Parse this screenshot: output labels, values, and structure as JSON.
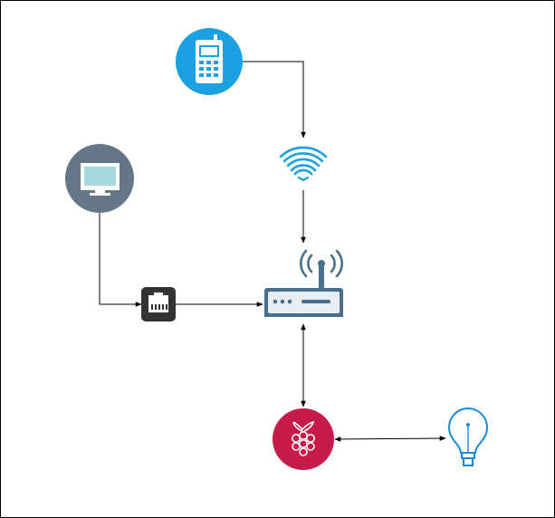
{
  "diagram": {
    "nodes": [
      {
        "id": "phone",
        "icon": "mobile-phone-icon",
        "color": "#1ba1e2"
      },
      {
        "id": "wifi",
        "icon": "wifi-icon",
        "color": "#1ba1e2"
      },
      {
        "id": "monitor",
        "icon": "monitor-icon",
        "color": "#647687"
      },
      {
        "id": "ethernet",
        "icon": "ethernet-port-icon",
        "color": "#333333"
      },
      {
        "id": "router",
        "icon": "router-icon",
        "color": "#4a6f8a"
      },
      {
        "id": "raspberry_pi",
        "icon": "raspberry-pi-icon",
        "color": "#c51a4a"
      },
      {
        "id": "light_bulb",
        "icon": "light-bulb-icon",
        "color": "#1b8ad6"
      }
    ],
    "edges": [
      {
        "from": "phone",
        "to": "wifi",
        "direction": "forward"
      },
      {
        "from": "wifi",
        "to": "router",
        "direction": "forward"
      },
      {
        "from": "monitor",
        "to": "ethernet",
        "direction": "forward"
      },
      {
        "from": "ethernet",
        "to": "router",
        "direction": "forward"
      },
      {
        "from": "router",
        "to": "raspberry_pi",
        "direction": "both"
      },
      {
        "from": "raspberry_pi",
        "to": "light_bulb",
        "direction": "both"
      }
    ],
    "colors": {
      "edge": "#000000",
      "border": "#000000",
      "background": "#ffffff"
    }
  }
}
